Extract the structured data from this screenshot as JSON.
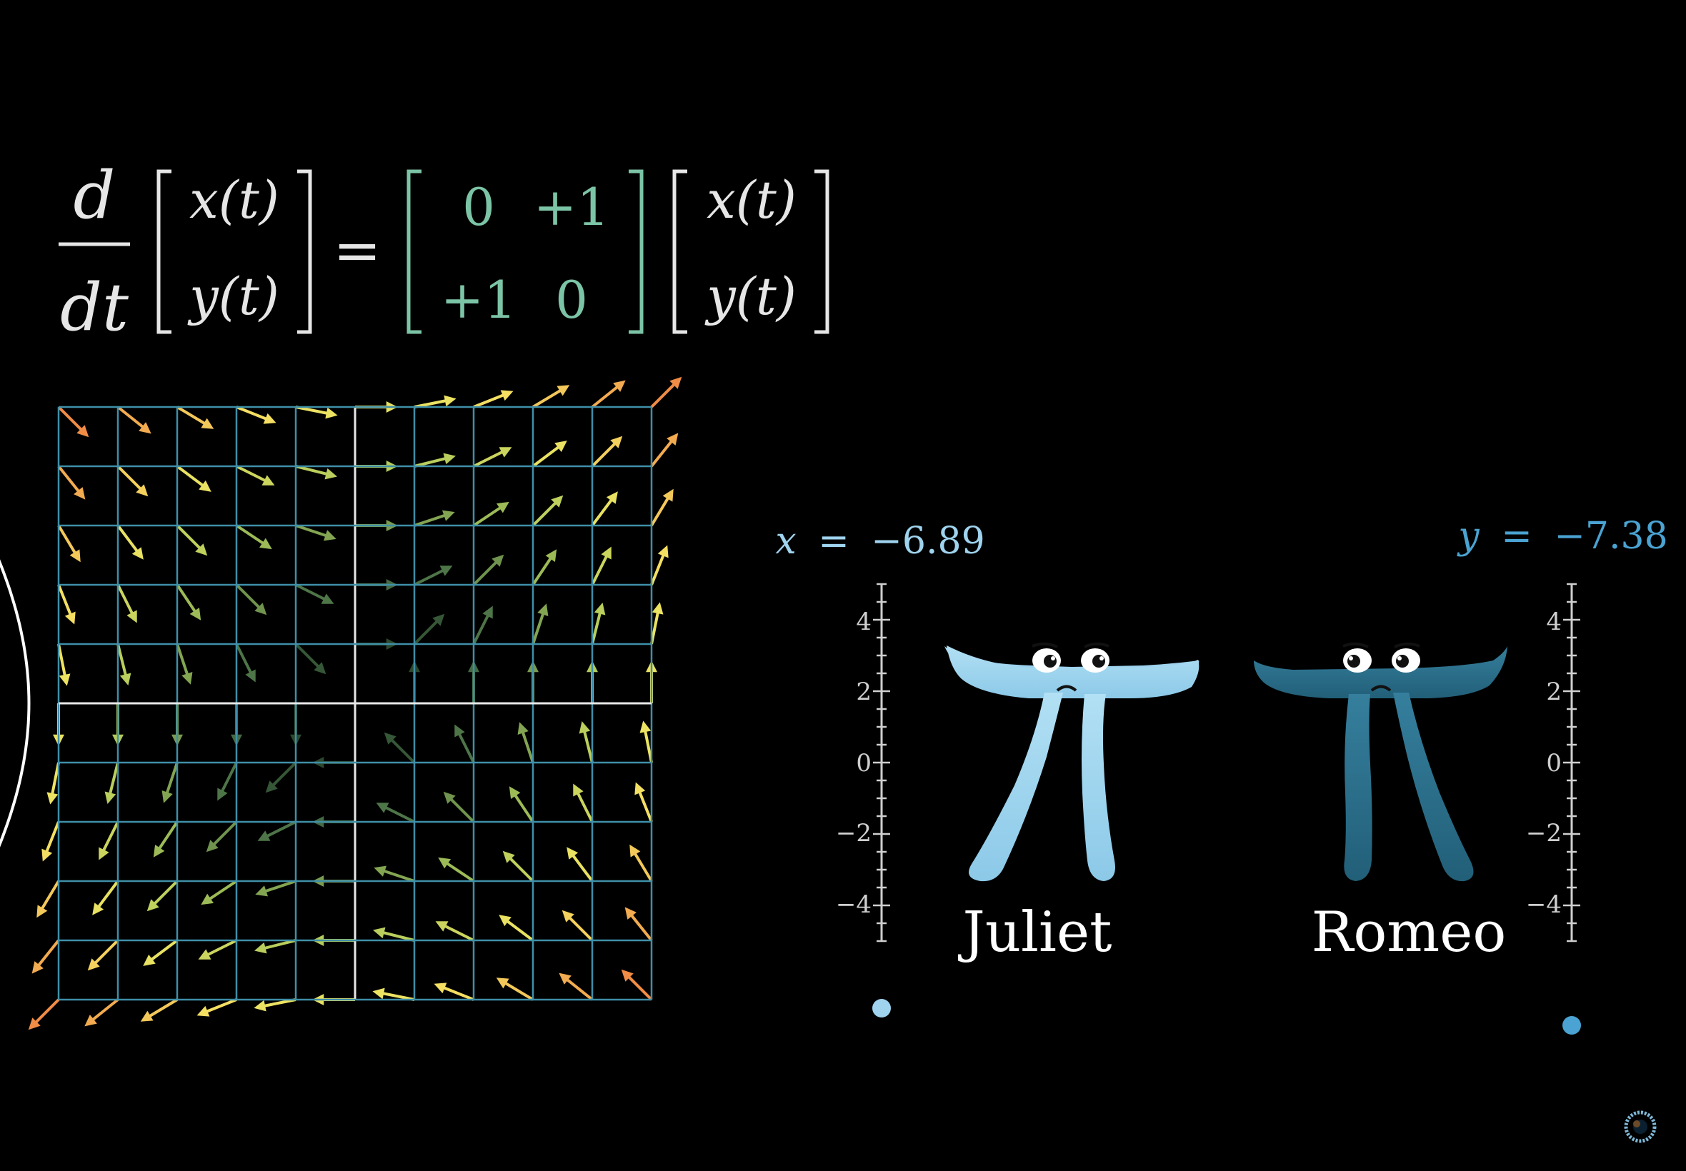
{
  "equation": {
    "derivative_num": "d",
    "derivative_den": "dt",
    "lhs_vector": [
      "x(t)",
      "y(t)"
    ],
    "equals": "=",
    "matrix": [
      [
        "0",
        "+1"
      ],
      [
        "+1",
        "0"
      ]
    ],
    "rhs_vector": [
      "x(t)",
      "y(t)"
    ]
  },
  "colors": {
    "background": "#000000",
    "grid": "#3f8fa8",
    "axis": "#e8e8e8",
    "matrix": "#7cc4a6",
    "juliet": "#9fd3ee",
    "romeo": "#2e7593",
    "romeo_label": "#4aa3d2",
    "trajectory": "#ffffff"
  },
  "vector_field": {
    "x_range": [
      -5,
      5
    ],
    "y_range": [
      -5,
      5
    ],
    "system": "dx/dt = y, dy/dt = x",
    "trajectory_parameter": "x^2 - y^2 = 5.5^2 (left branch)"
  },
  "juliet": {
    "readout_var": "x",
    "readout_eq": "=",
    "readout_value": "−6.89",
    "value": -6.89,
    "name": "Juliet"
  },
  "romeo": {
    "readout_var": "y",
    "readout_eq": "=",
    "readout_value": "−7.38",
    "value": -7.38,
    "name": "Romeo"
  },
  "number_line": {
    "ticks": [
      "4",
      "2",
      "0",
      "−2",
      "−4"
    ],
    "tick_values": [
      4,
      2,
      0,
      -2,
      -4
    ],
    "range": [
      -5,
      5
    ]
  },
  "watermark": {
    "icon": "3b1b-logo-icon"
  }
}
